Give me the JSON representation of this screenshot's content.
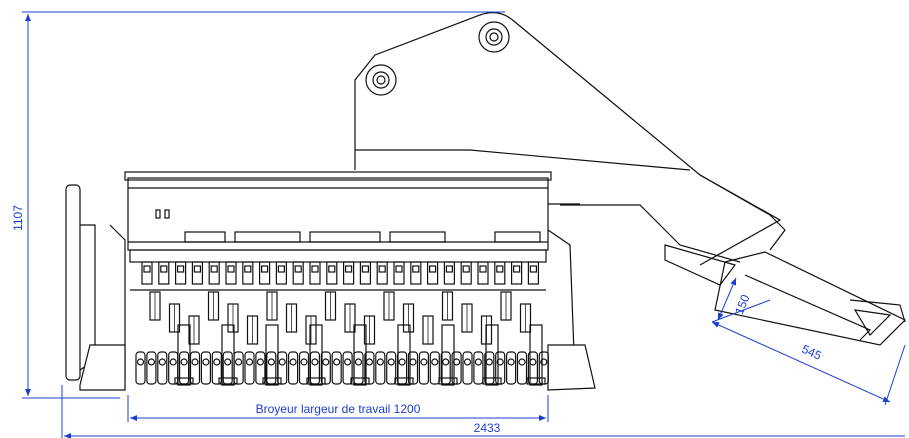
{
  "dimensions": {
    "height": "1107",
    "overall_length": "2433",
    "working_width_label": "Broyeur largeur de travail 1200",
    "head_width": "150",
    "arm_length": "545"
  },
  "colors": {
    "dimension_line": "#1a3fd0",
    "outline": "#111111",
    "background": "#ffffff"
  }
}
